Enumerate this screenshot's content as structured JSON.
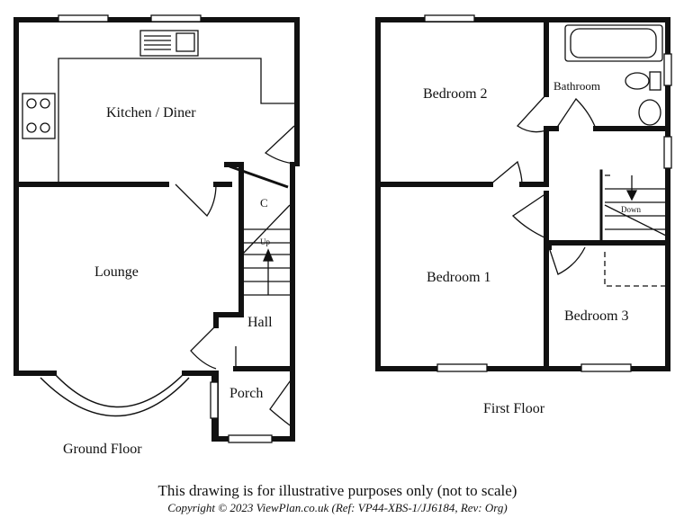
{
  "ground_floor": {
    "title": "Ground Floor",
    "rooms": {
      "kitchen": "Kitchen / Diner",
      "lounge": "Lounge",
      "cupboard": "C",
      "hall": "Hall",
      "porch": "Porch",
      "stairs": "Up"
    }
  },
  "first_floor": {
    "title": "First Floor",
    "rooms": {
      "bedroom2": "Bedroom 2",
      "bathroom": "Bathroom",
      "bedroom1": "Bedroom 1",
      "bedroom3": "Bedroom 3",
      "stairs": "Down"
    }
  },
  "footer": {
    "disclaimer": "This drawing is for illustrative purposes only (not to scale)",
    "copyright": "Copyright © 2023 ViewPlan.co.uk  (Ref: VP44-XBS-1/JJ6184,  Rev: Org)"
  }
}
